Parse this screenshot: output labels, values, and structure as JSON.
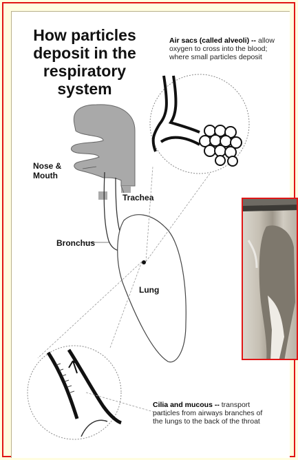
{
  "title": {
    "lines": [
      "How particles",
      "deposit in the",
      "respiratory",
      "system"
    ]
  },
  "alveoli_caption": {
    "heading": "Air sacs (called alveoli) --",
    "lines": [
      "allow",
      "oxygen to cross into the blood;",
      "where small particles deposit"
    ]
  },
  "labels": {
    "nose_mouth": [
      "Nose &",
      "Mouth"
    ],
    "trachea": "Trachea",
    "bronchus": "Bronchus",
    "lung": "Lung"
  },
  "cilia_caption": {
    "heading": "Cilia and mucous --",
    "lines": [
      "transport",
      "particles from airways branches of",
      "the lungs to the back of the throat"
    ]
  },
  "colors": {
    "border": "#e01515",
    "background": "#fffde0",
    "head_fill": "#a9a9a9"
  }
}
